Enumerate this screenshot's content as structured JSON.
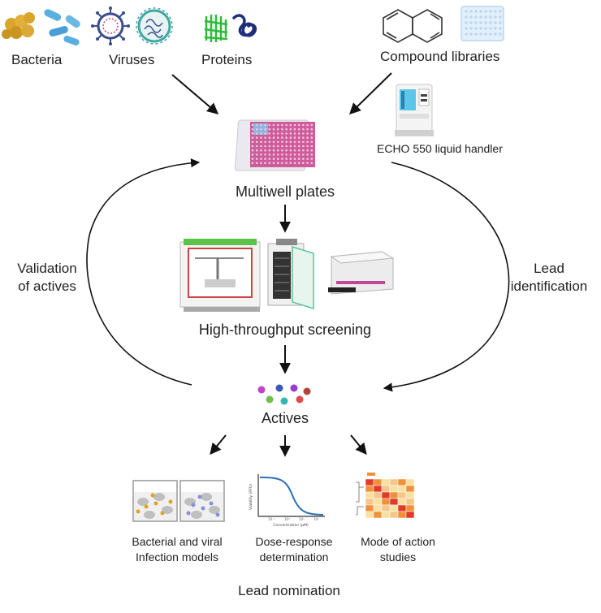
{
  "sources": {
    "bacteria": "Bacteria",
    "viruses": "Viruses",
    "proteins": "Proteins",
    "compound_libraries": "Compound libraries",
    "echo": "ECHO 550 liquid handler"
  },
  "stages": {
    "multiwell": "Multiwell plates",
    "hts": "High-throughput screening",
    "actives": "Actives"
  },
  "loops": {
    "validation_line1": "Validation",
    "validation_line2": "of actives",
    "lead_line1": "Lead",
    "lead_line2": "identification"
  },
  "followup": {
    "infection_line1": "Bacterial and viral",
    "infection_line2": "Infection models",
    "dose_line1": "Dose-response",
    "dose_line2": "determination",
    "moa_line1": "Mode of action",
    "moa_line2": "studies"
  },
  "dose_plot": {
    "ylabel": "Viability (RFU)",
    "xlabel": "Concentration (μM)"
  },
  "final": "Lead nomination",
  "colors": {
    "bacteria_gold": "#d9a52b",
    "bacteria_blue": "#5aaee0",
    "virus_navy": "#3a4c8c",
    "virus_teal": "#3fa7a1",
    "protein_green": "#2dbb3a",
    "protein_navy": "#1e2e7a",
    "plate_pink": "#d65a9b",
    "curve_blue": "#2d6fb5",
    "heat_red": "#e23a2a",
    "heat_orange": "#f0913a",
    "heat_yellow": "#f8e0a0"
  }
}
